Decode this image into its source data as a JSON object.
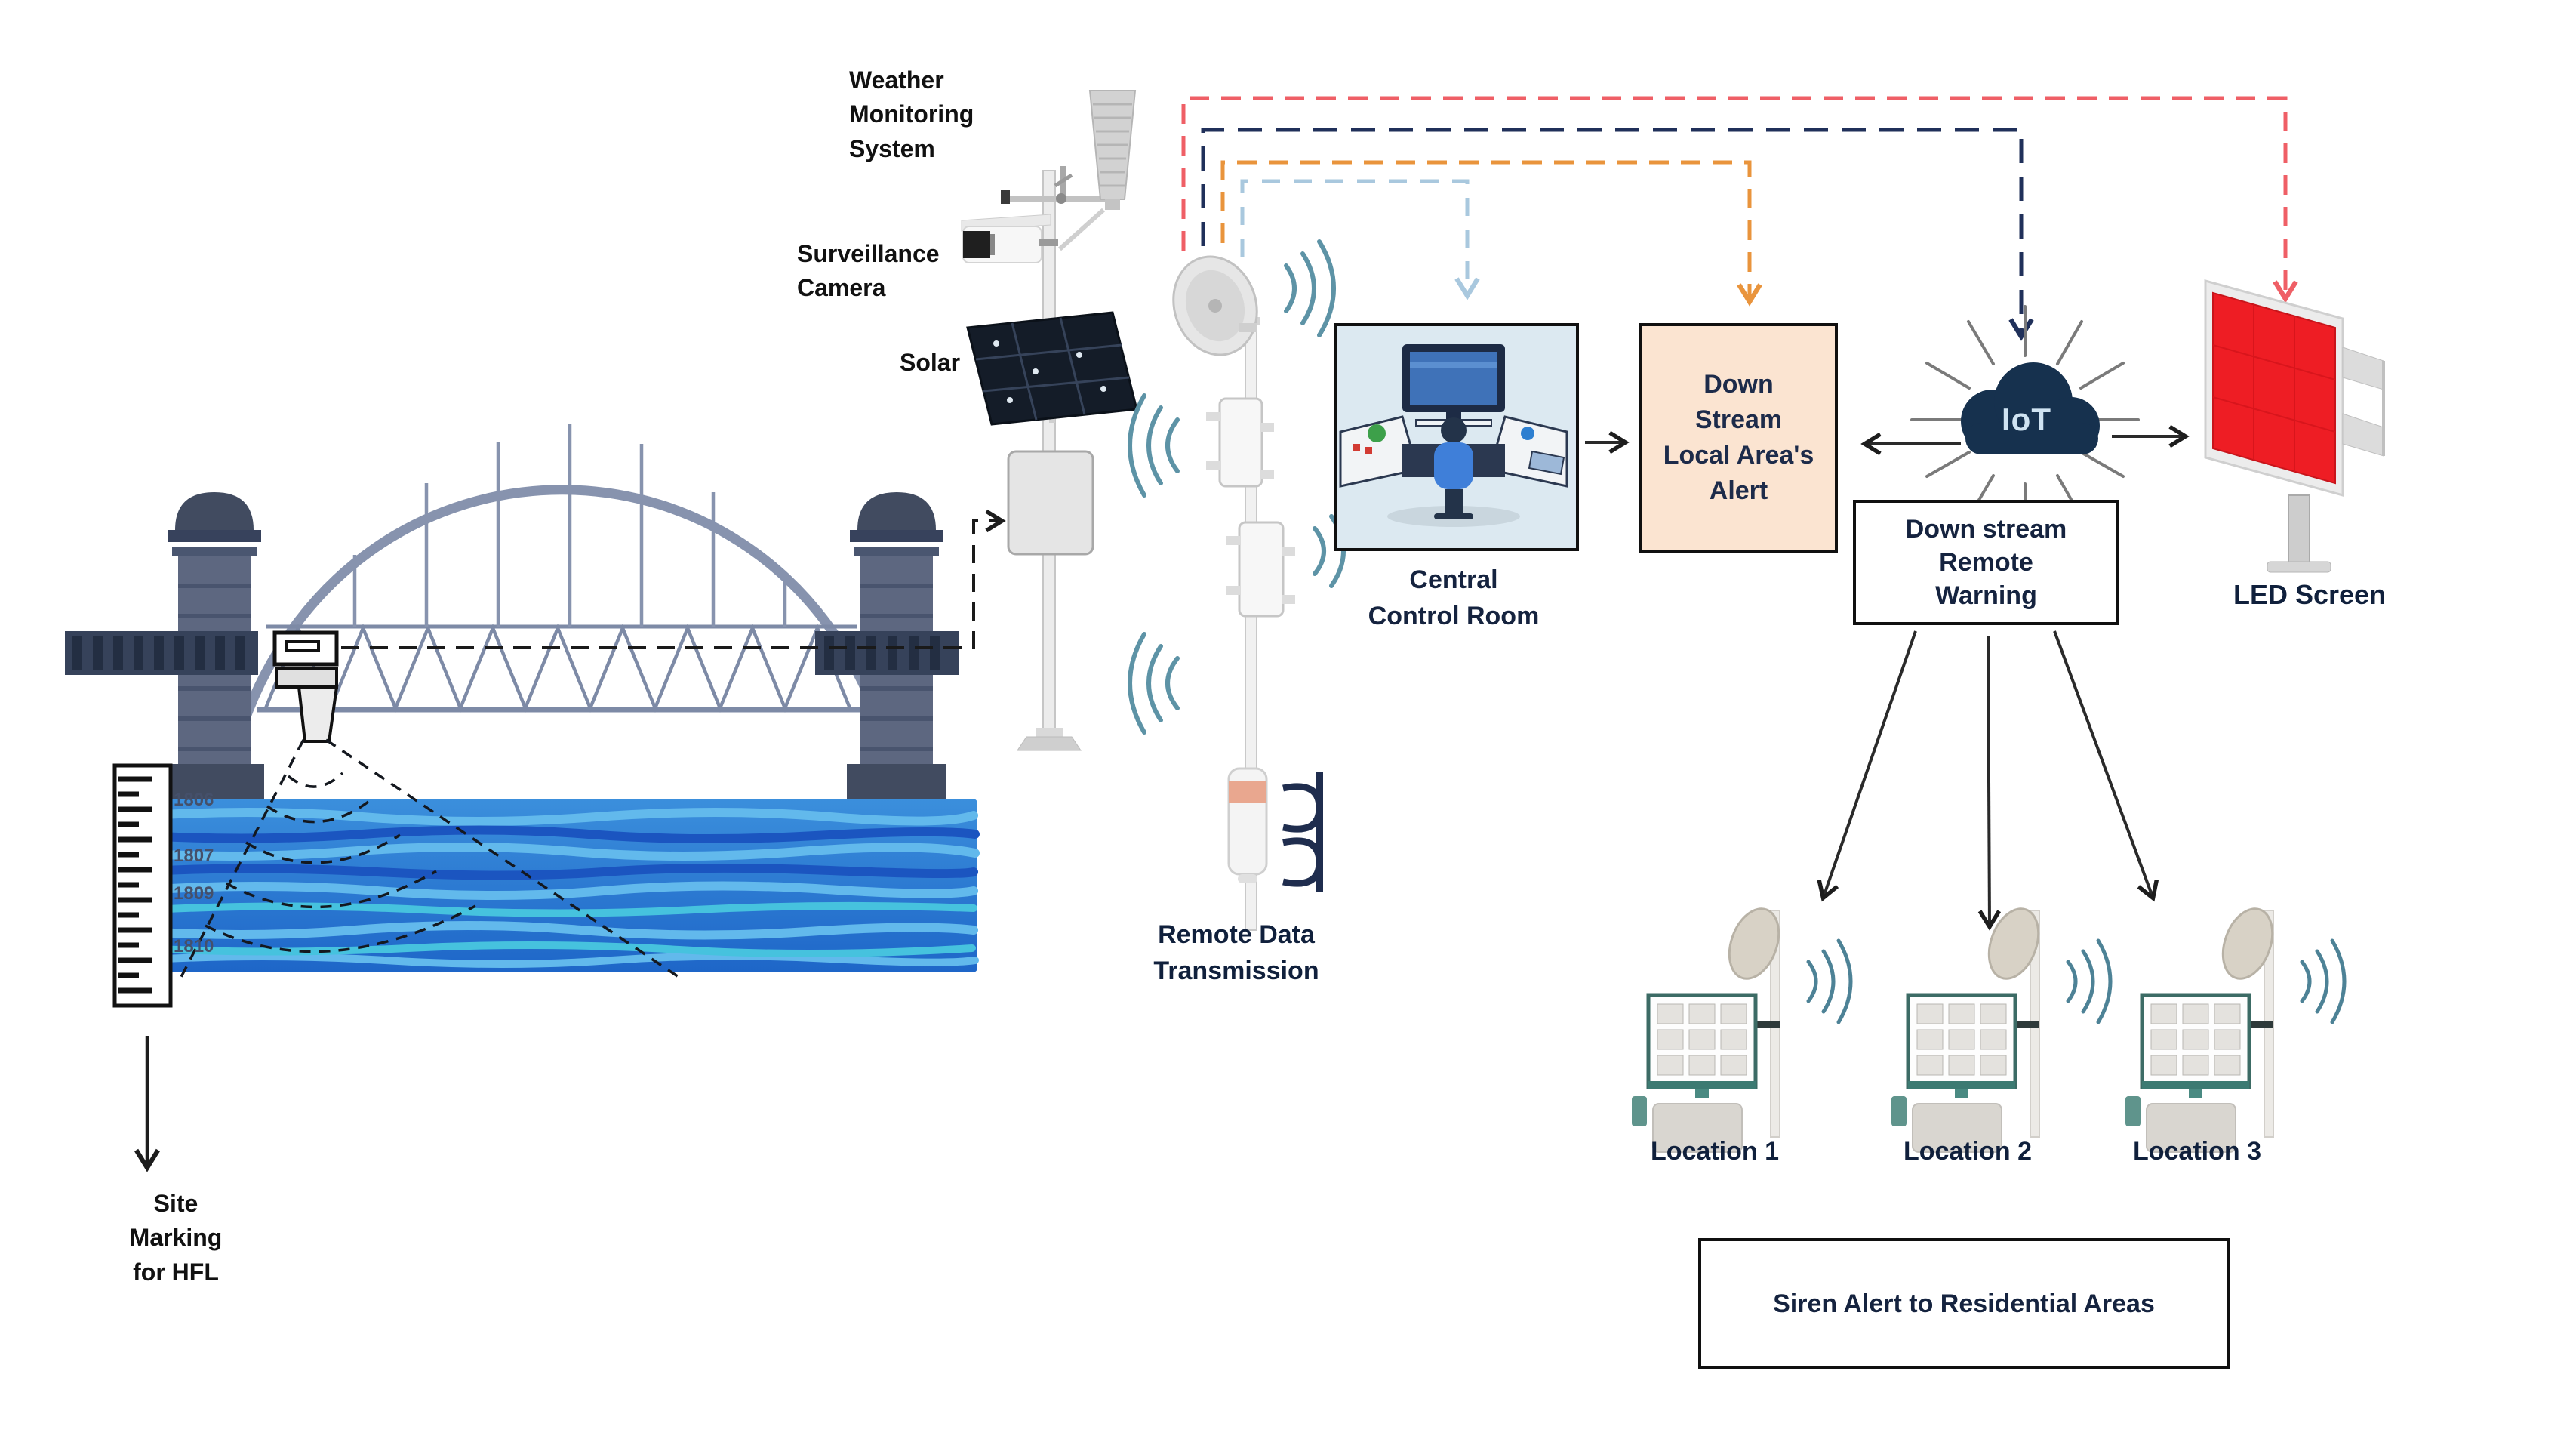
{
  "labels": {
    "weather": "Weather\nMonitoring\nSystem",
    "surveillance": "Surveillance\nCamera",
    "solar": "Solar",
    "remote_data": "Remote Data\nTransmission",
    "site_marking": "Site\nMarking\nfor HFL"
  },
  "scale": {
    "values": [
      "1806",
      "1807",
      "1809",
      "1810"
    ]
  },
  "nodes": {
    "central_control": {
      "label": "Central\nControl Room"
    },
    "downstream_alert": {
      "label": "Down\nStream\nLocal Area's\nAlert",
      "fill": "#fbe4d1"
    },
    "iot": {
      "label": "IoT"
    },
    "remote_warning": {
      "label": "Down stream\nRemote\nWarning"
    },
    "led_screen": {
      "label": "LED Screen"
    },
    "locations": [
      {
        "label": "Location 1"
      },
      {
        "label": "Location 2"
      },
      {
        "label": "Location 3"
      }
    ],
    "siren": {
      "label": "Siren Alert to Residential Areas"
    }
  },
  "colors": {
    "dash_red": "#ef5f66",
    "dash_navy": "#20305a",
    "dash_orange": "#e9943c",
    "dash_blue": "#a9c8de",
    "alert_box_fill": "#fbe4d1",
    "control_room_fill": "#dce9f1",
    "led_red": "#ee1d24",
    "water_blue": "#2e7fd0",
    "iot_cloud": "#16314e"
  }
}
